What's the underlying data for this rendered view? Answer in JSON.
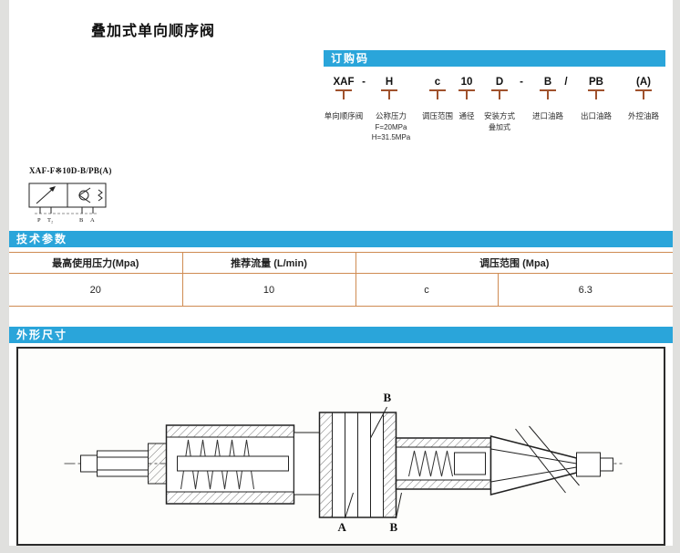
{
  "page": {
    "title": "叠加式单向顺序阀"
  },
  "ordering": {
    "header": "订购码",
    "segments": [
      {
        "code": "XAF"
      },
      {
        "code": "-"
      },
      {
        "code": "H"
      },
      {
        "code": "c"
      },
      {
        "code": "10"
      },
      {
        "code": "D"
      },
      {
        "code": "-"
      },
      {
        "code": "B"
      },
      {
        "code": "/"
      },
      {
        "code": "PB"
      },
      {
        "code": "(A)"
      }
    ],
    "labels": [
      {
        "title": "单向顺序阀",
        "lines": []
      },
      {
        "title": "公称压力",
        "lines": [
          "F=20MPa",
          "H=31.5MPa"
        ]
      },
      {
        "title": "调压范围",
        "lines": []
      },
      {
        "title": "通径",
        "lines": []
      },
      {
        "title": "安装方式",
        "lines": [
          "叠加式"
        ]
      },
      {
        "title": "进口油路",
        "lines": []
      },
      {
        "title": "出口油路",
        "lines": []
      },
      {
        "title": "外控油路",
        "lines": []
      }
    ]
  },
  "symbol": {
    "model": "XAF-F※10D-B/PB(A)",
    "ports": [
      "P",
      "T₂",
      "B",
      "A"
    ]
  },
  "tech": {
    "header": "技术参数",
    "columns": [
      "最高使用压力(Mpa)",
      "推荐流量 (L/min)",
      "调压范围 (Mpa)"
    ],
    "values": {
      "max_pressure": "20",
      "flow": "10",
      "range_grade": "c",
      "range_value": "6.3"
    }
  },
  "dimensions": {
    "header": "外形尺寸",
    "labels": {
      "top_b": "B",
      "bottom_a": "A",
      "bottom_b": "B"
    }
  }
}
